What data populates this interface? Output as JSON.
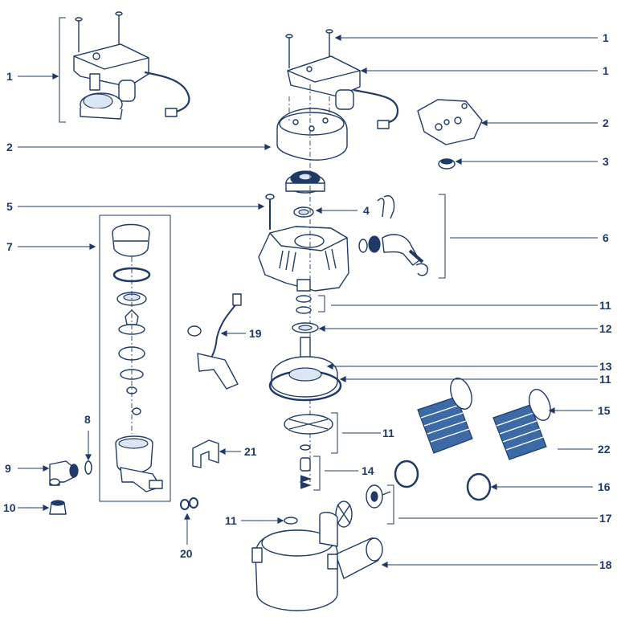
{
  "diagram": {
    "colors": {
      "line": "#1f3a66",
      "fill_mid": "#3b6aa6",
      "fill_light": "#dbe6f4",
      "background": "#ffffff"
    },
    "callouts": [
      "1",
      "1",
      "1",
      "2",
      "2",
      "3",
      "4",
      "5",
      "6",
      "7",
      "8",
      "9",
      "10",
      "11",
      "11",
      "11",
      "11",
      "12",
      "13",
      "14",
      "15",
      "16",
      "17",
      "18",
      "19",
      "20",
      "21",
      "22"
    ]
  }
}
